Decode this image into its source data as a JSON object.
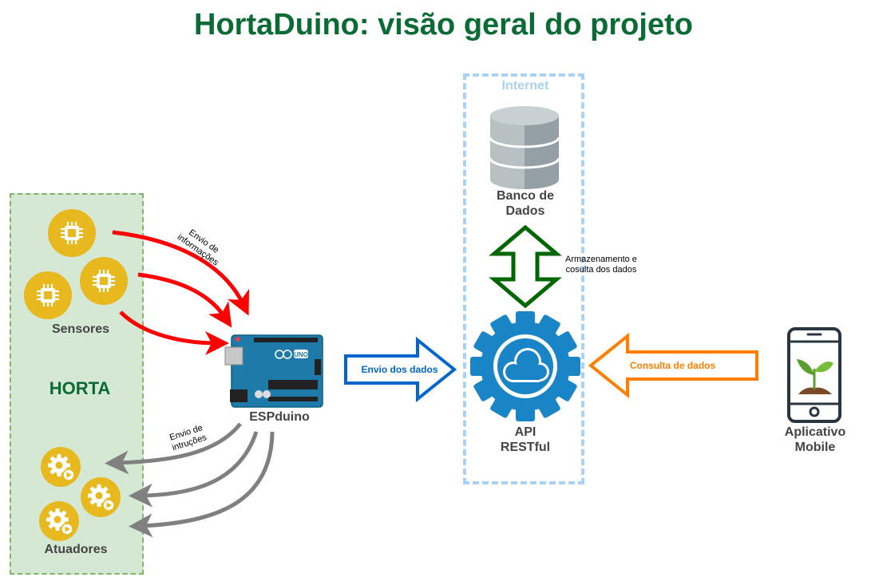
{
  "title": "HortaDuino: visão geral do projeto",
  "horta": {
    "label": "HORTA",
    "sensors_label": "Sensores",
    "actuators_label": "Atuadores"
  },
  "arduino": {
    "label": "ESPduino",
    "board_text": "UNO"
  },
  "internet": {
    "label": "Internet",
    "database_label_line1": "Banco de",
    "database_label_line2": "Dados",
    "api_label_line1": "API",
    "api_label_line2": "RESTful"
  },
  "mobile": {
    "label_line1": "Aplicativo",
    "label_line2": "Mobile"
  },
  "edges": {
    "sensor_info_line1": "Envio de",
    "sensor_info_line2": "informações",
    "actuator_instr_line1": "Envio de",
    "actuator_instr_line2": "intruções",
    "send_data": "Envio dos dados",
    "query_data": "Consulta de dados",
    "storage_line1": "Armazenamento e",
    "storage_line2": "cosulta dos dados"
  },
  "colors": {
    "title": "#0a6b35",
    "horta_fill": "#d5e8d4",
    "internet_border": "#a9d2f5",
    "sensor_arrows": "#ff0000",
    "actuator_arrows": "#808080",
    "send_arrow": "#0066cc",
    "query_arrow": "#ff8000",
    "storage_arrow": "#006600",
    "icon_yellow": "#e7b91e",
    "api_blue": "#1a85c6"
  },
  "icons": [
    "chip-icon",
    "gear-play-icon",
    "arduino-board-icon",
    "database-icon",
    "cloud-gear-icon",
    "smartphone-plant-icon"
  ]
}
